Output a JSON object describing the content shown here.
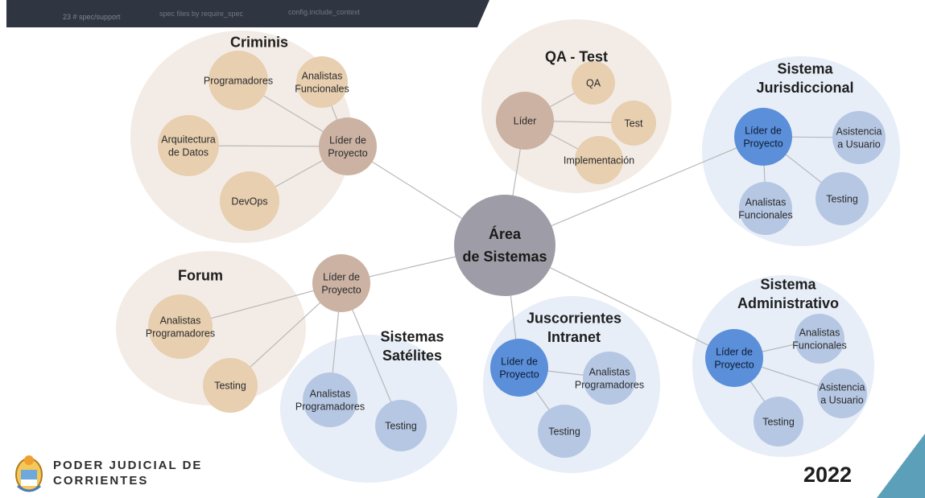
{
  "center": {
    "line1": "Área",
    "line2": "de Sistemas"
  },
  "clusters": [
    {
      "id": "criminis",
      "title": [
        "Criminis"
      ],
      "theme": "tan",
      "hub": [
        "Líder de",
        "Proyecto"
      ],
      "members": [
        [
          "Programadores"
        ],
        [
          "Analistas",
          "Funcionales"
        ],
        [
          "Arquitectura",
          "de Datos"
        ],
        [
          "DevOps"
        ]
      ]
    },
    {
      "id": "qa-test",
      "title": [
        "QA - Test"
      ],
      "theme": "tan",
      "hub": [
        "Líder"
      ],
      "members": [
        [
          "QA"
        ],
        [
          "Test"
        ],
        [
          "Implementación"
        ]
      ]
    },
    {
      "id": "sistema-jurisdiccional",
      "title": [
        "Sistema",
        "Jurisdiccional"
      ],
      "theme": "blue",
      "hub": [
        "Líder de",
        "Proyecto"
      ],
      "members": [
        [
          "Asistencia",
          "a Usuario"
        ],
        [
          "Analistas",
          "Funcionales"
        ],
        [
          "Testing"
        ]
      ]
    },
    {
      "id": "forum",
      "title": [
        "Forum"
      ],
      "theme": "tan",
      "members": [
        [
          "Analistas",
          "Programadores"
        ],
        [
          "Testing"
        ]
      ]
    },
    {
      "id": "sistemas-satelites",
      "title": [
        "Sistemas",
        "Satélites"
      ],
      "theme": "blue",
      "members": [
        [
          "Analistas",
          "Programadores"
        ],
        [
          "Testing"
        ]
      ]
    },
    {
      "id": "juscorrientes-intranet",
      "title": [
        "Juscorrientes",
        "Intranet"
      ],
      "theme": "blue",
      "hub": [
        "Líder de",
        "Proyecto"
      ],
      "members": [
        [
          "Analistas",
          "Programadores"
        ],
        [
          "Testing"
        ]
      ]
    },
    {
      "id": "sistema-administrativo",
      "title": [
        "Sistema",
        "Administrativo"
      ],
      "theme": "blue",
      "hub": [
        "Líder de",
        "Proyecto"
      ],
      "members": [
        [
          "Analistas",
          "Funcionales"
        ],
        [
          "Asistencia",
          "a Usuario"
        ],
        [
          "Testing"
        ]
      ]
    }
  ],
  "shared_hub": [
    "Líder de",
    "Proyecto"
  ],
  "footer": {
    "org_line1": "PODER JUDICIAL DE",
    "org_line2": "CORRIENTES",
    "year": "2022"
  },
  "colors": {
    "tan_bg": "#f3ece6",
    "tan_node": "#e7cfb0",
    "tan_hub": "#cbb2a3",
    "blue_bg": "#e7eef8",
    "blue_node": "#b6c7e3",
    "blue_hub": "#5b8fd9",
    "center": "#9e9da7",
    "line": "#b8b8b8",
    "teal": "#5b9fb9"
  }
}
